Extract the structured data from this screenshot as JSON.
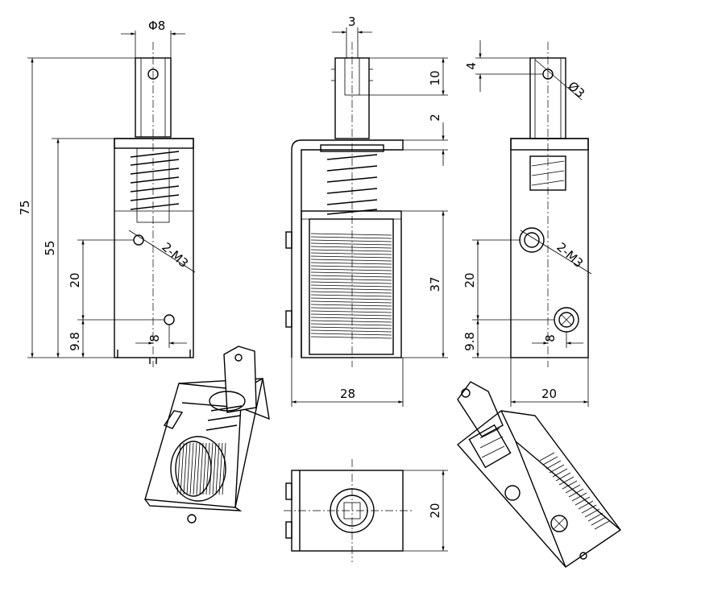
{
  "dimensions": {
    "front": {
      "shaft_diameter": "Φ8",
      "overall_height": "75",
      "body_height": "55",
      "hole_spacing": "20",
      "hole_offset": "9.8",
      "hole_x_offset": "8",
      "thread": "2-M3"
    },
    "side": {
      "plunger_width": "3",
      "plunger_slot": "10",
      "plunger_gap": "2",
      "coil_height": "37",
      "frame_width": "28"
    },
    "right": {
      "eye_offset": "4",
      "eye_diameter": "Ø3",
      "thread": "2-M3",
      "hole_spacing": "20",
      "hole_offset": "9.8",
      "hole_x_offset": "8",
      "body_width": "20"
    },
    "bottom": {
      "depth": "20"
    }
  }
}
